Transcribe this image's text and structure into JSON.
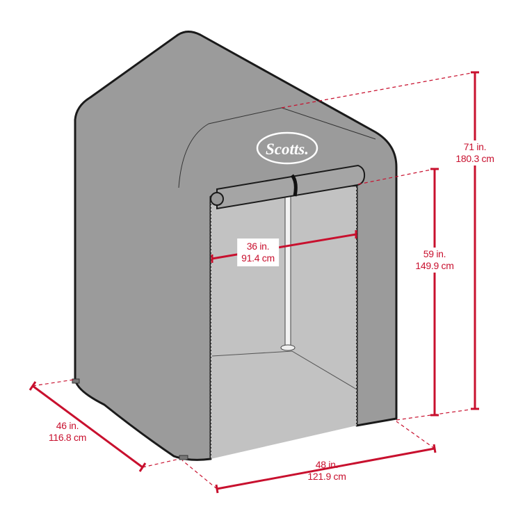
{
  "brand_logo": "Scotts.",
  "colors": {
    "dimension": "#c8102e",
    "shed": "#9b9b9b",
    "interior": "#c2c2c2",
    "outline": "#1a1a1a"
  },
  "dimensions": {
    "total_height": {
      "imperial": "71 in.",
      "metric": "180.3 cm"
    },
    "door_height": {
      "imperial": "59 in.",
      "metric": "149.9 cm"
    },
    "door_width": {
      "imperial": "36 in.",
      "metric": "91.4 cm"
    },
    "depth": {
      "imperial": "46 in.",
      "metric": "116.8 cm"
    },
    "width": {
      "imperial": "48 in.",
      "metric": "121.9 cm"
    }
  }
}
